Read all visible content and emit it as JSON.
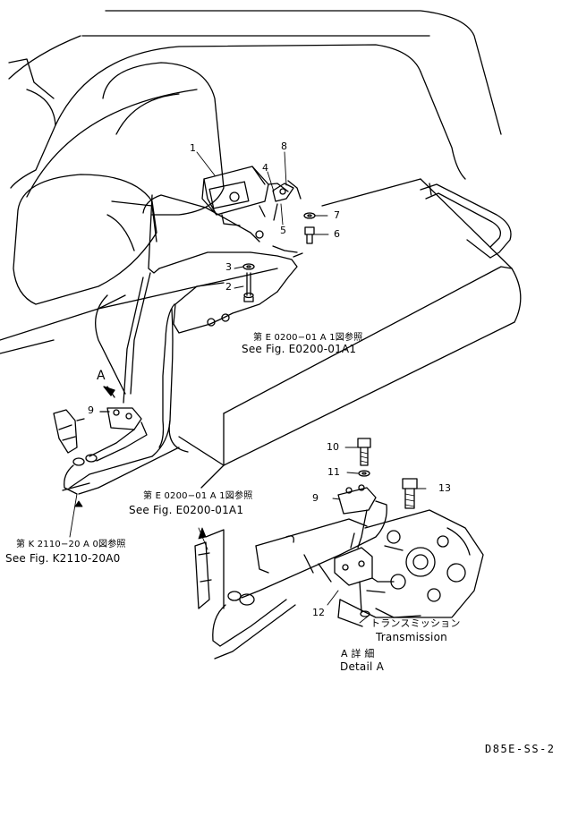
{
  "part_numbers": [
    "1",
    "2",
    "3",
    "4",
    "5",
    "6",
    "7",
    "8",
    "9",
    "9",
    "10",
    "11",
    "12",
    "13"
  ],
  "detail_marker": "A",
  "refs": {
    "ref_e0200_upper_jp": "第 E 0200−01 A 1図参照",
    "ref_e0200_upper_en": "See Fig. E0200-01A1",
    "ref_e0200_lower_jp": "第 E 0200−01 A 1図参照",
    "ref_e0200_lower_en": "See Fig. E0200-01A1",
    "ref_k2110_jp": "第 K 2110−20 A 0図参照",
    "ref_k2110_en": "See Fig. K2110-20A0"
  },
  "transmission_jp": "トランスミッション",
  "transmission_en": "Transmission",
  "detail_jp": "A 詳 細",
  "detail_en": "Detail A",
  "drawing_code": "D85E-SS-2",
  "line_color": "#000000",
  "background_color": "#ffffff"
}
